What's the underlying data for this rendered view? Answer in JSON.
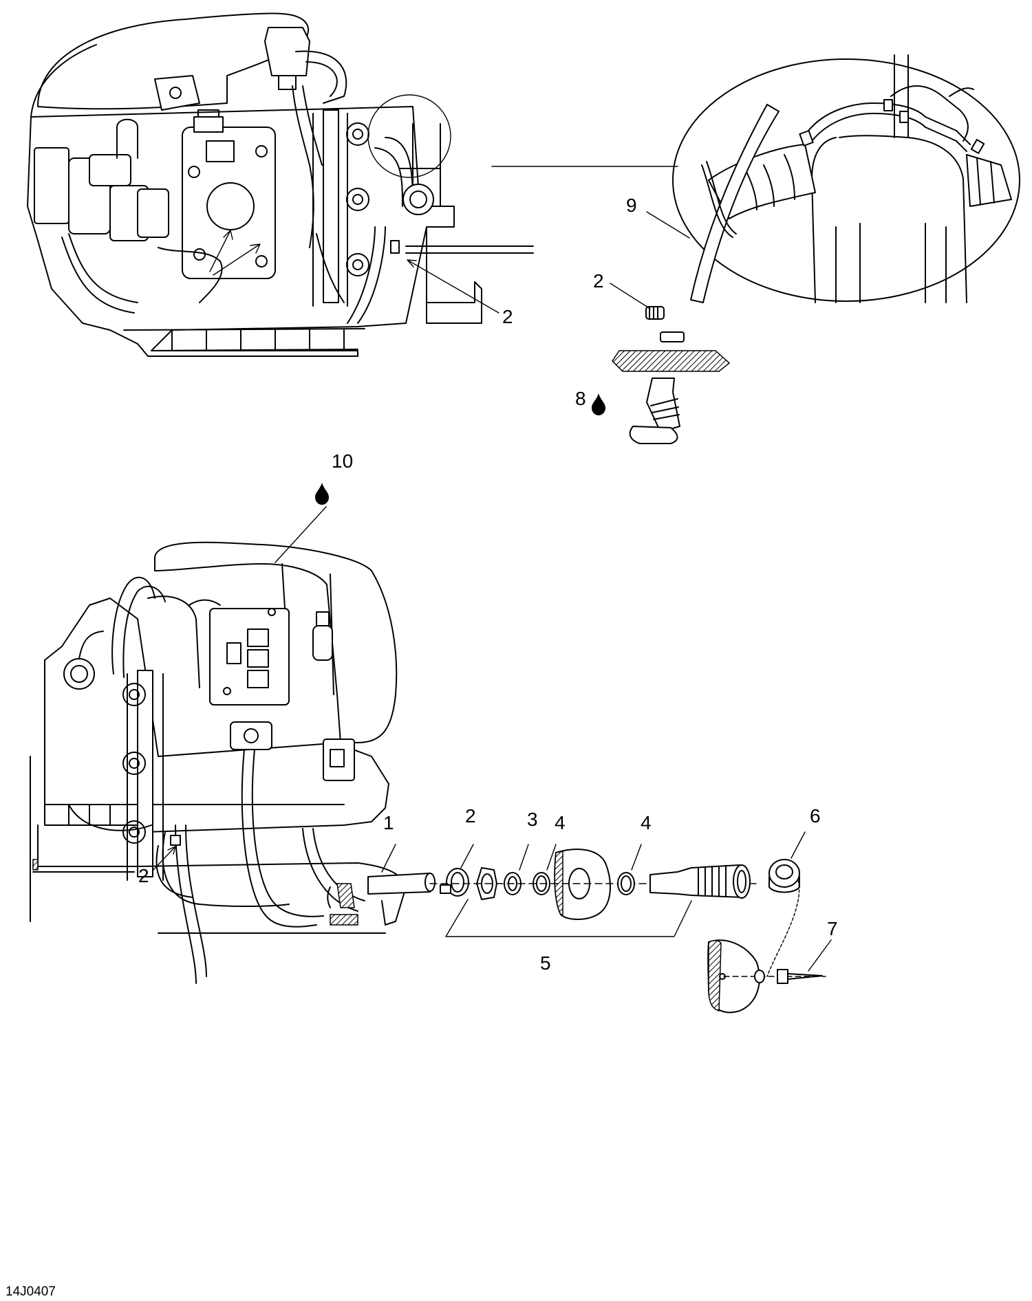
{
  "diagram": {
    "figure_code": "14J0407",
    "callouts": {
      "c1": "1",
      "c2_top_engine": "2",
      "c2_detail": "2",
      "c2_bottom_engine": "2",
      "c2_row": "2",
      "c3": "3",
      "c4_a": "4",
      "c4_b": "4",
      "c5": "5",
      "c6": "6",
      "c7": "7",
      "c8": "8",
      "c9": "9",
      "c10": "10"
    },
    "icons": {
      "lubricant": "oil-drop-icon"
    }
  }
}
